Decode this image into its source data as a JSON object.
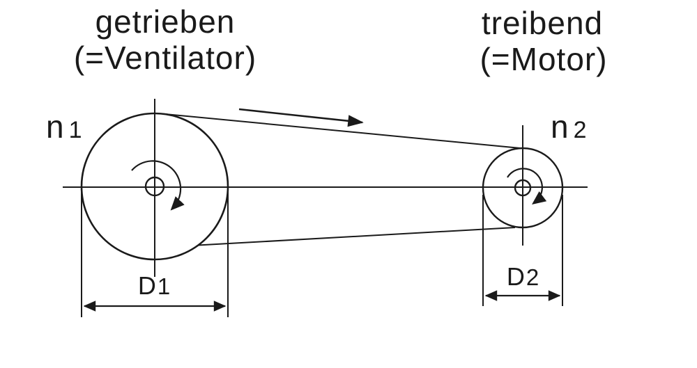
{
  "left_pulley": {
    "role_line1": "getrieben",
    "role_line2": "(=Ventilator)",
    "speed_symbol": "n",
    "speed_index": "1",
    "diameter_symbol": "D",
    "diameter_index": "1"
  },
  "right_pulley": {
    "role_line1": "treibend",
    "role_line2": "(=Motor)",
    "speed_symbol": "n",
    "speed_index": "2",
    "diameter_symbol": "D",
    "diameter_index": "2"
  },
  "icons": {
    "belt_direction_arrow": "arrow-right",
    "left_rotation_arrow": "clockwise-arc-arrow",
    "right_rotation_arrow": "clockwise-arc-arrow",
    "d1_dimension_arrow": "double-headed-horizontal-arrow",
    "d2_dimension_arrow": "double-headed-horizontal-arrow"
  },
  "colors": {
    "line": "#1a1a1a",
    "background": "#ffffff"
  }
}
